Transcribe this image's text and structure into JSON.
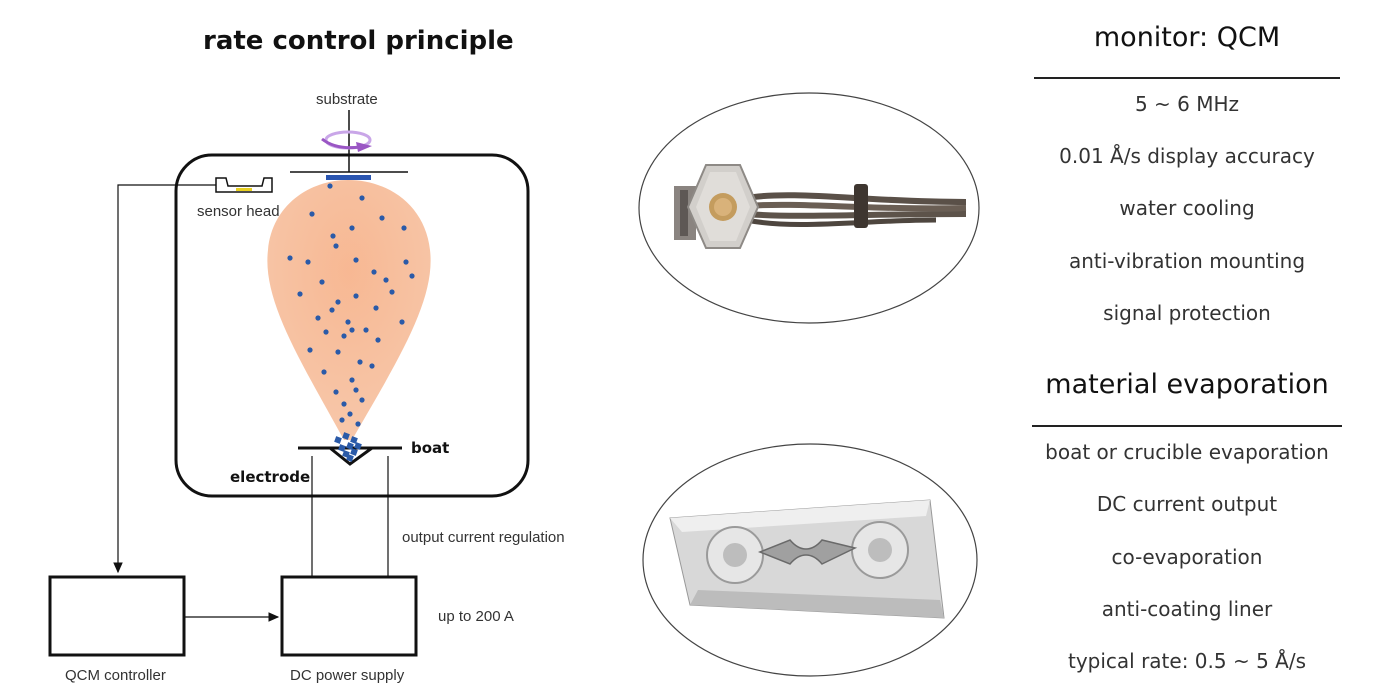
{
  "diagram": {
    "title": "rate control principle",
    "labels": {
      "substrate": "substrate",
      "sensor_head": "sensor head",
      "boat": "boat",
      "electrode": "electrode",
      "output_current_regulation": "output current regulation",
      "up_to": "up to 200 A",
      "qcm_controller": "QCM controller",
      "dc_power_supply": "DC power supply"
    },
    "colors": {
      "plume": "#f5a77a",
      "particle": "#2a5aa8",
      "rotation_arrow": "#9a56c4",
      "sensor_crystal": "#e8d020"
    }
  },
  "photos": {
    "top": {
      "icon": "qcm-sensor-head-photo"
    },
    "bottom": {
      "icon": "evaporation-boat-photo"
    }
  },
  "monitor": {
    "heading": "monitor: QCM",
    "features": [
      "5 ~ 6 MHz",
      "0.01 Å/s display accuracy",
      "water cooling",
      "anti-vibration mounting",
      "signal protection"
    ]
  },
  "evaporation": {
    "heading": "material evaporation",
    "features": [
      "boat or crucible evaporation",
      "DC current output",
      "co-evaporation",
      "anti-coating liner",
      "typical rate: 0.5 ~ 5 Å/s"
    ]
  }
}
